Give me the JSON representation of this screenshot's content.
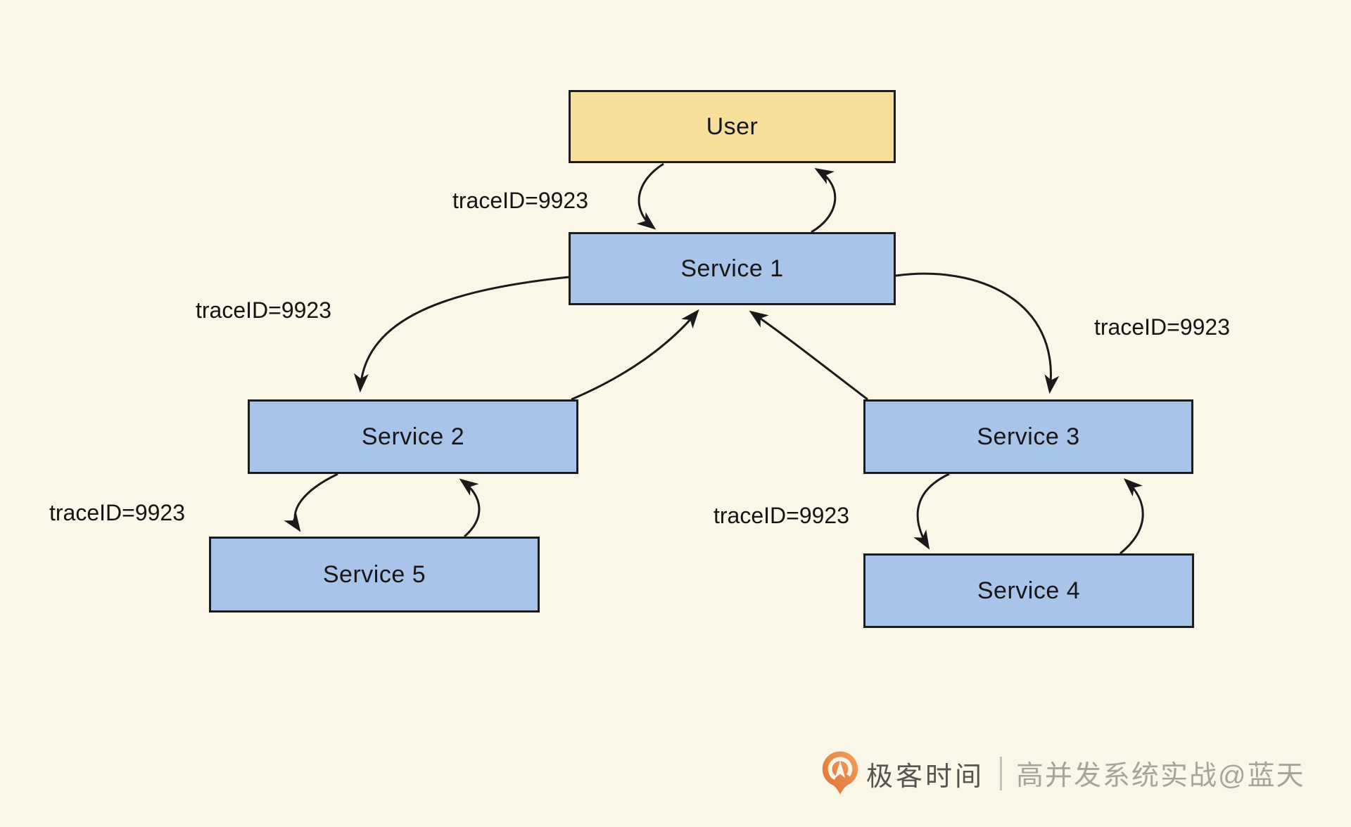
{
  "diagram_title": "distributed-trace-propagation",
  "background_color": "#FAF7E9",
  "nodes": [
    {
      "id": "user",
      "label": "User",
      "fill": "#F7DF9B",
      "border": "#1c1c1c"
    },
    {
      "id": "service-1",
      "label": "Service 1",
      "fill": "#A9C4E9",
      "border": "#1c1c1c"
    },
    {
      "id": "service-2",
      "label": "Service 2",
      "fill": "#A9C4E9",
      "border": "#1c1c1c"
    },
    {
      "id": "service-3",
      "label": "Service 3",
      "fill": "#A9C4E9",
      "border": "#1c1c1c"
    },
    {
      "id": "service-5",
      "label": "Service 5",
      "fill": "#A9C4E9",
      "border": "#1c1c1c"
    },
    {
      "id": "service-4",
      "label": "Service 4",
      "fill": "#A9C4E9",
      "border": "#1c1c1c"
    }
  ],
  "edges": [
    {
      "from": "user",
      "to": "service-1"
    },
    {
      "from": "service-1",
      "to": "user"
    },
    {
      "from": "service-1",
      "to": "service-2"
    },
    {
      "from": "service-2",
      "to": "service-1"
    },
    {
      "from": "service-1",
      "to": "service-3"
    },
    {
      "from": "service-3",
      "to": "service-1"
    },
    {
      "from": "service-2",
      "to": "service-5"
    },
    {
      "from": "service-5",
      "to": "service-2"
    },
    {
      "from": "service-3",
      "to": "service-4"
    },
    {
      "from": "service-4",
      "to": "service-3"
    }
  ],
  "edge_labels": [
    {
      "pos": "user-service1",
      "text": "traceID=9923"
    },
    {
      "pos": "service1-service2",
      "text": "traceID=9923"
    },
    {
      "pos": "service1-service3",
      "text": "traceID=9923"
    },
    {
      "pos": "service2-service5",
      "text": "traceID=9923"
    },
    {
      "pos": "service3-service4",
      "text": "traceID=9923"
    }
  ],
  "arrow_color": "#1a1a1a",
  "footer": {
    "logo_icon": "geektime-pin-icon",
    "logo_color": "#E8823F",
    "brand": "极客时间",
    "brand_color": "#555550",
    "separator": "│",
    "credit": "高并发系统实战@蓝天",
    "credit_color": "#A8A49A"
  }
}
